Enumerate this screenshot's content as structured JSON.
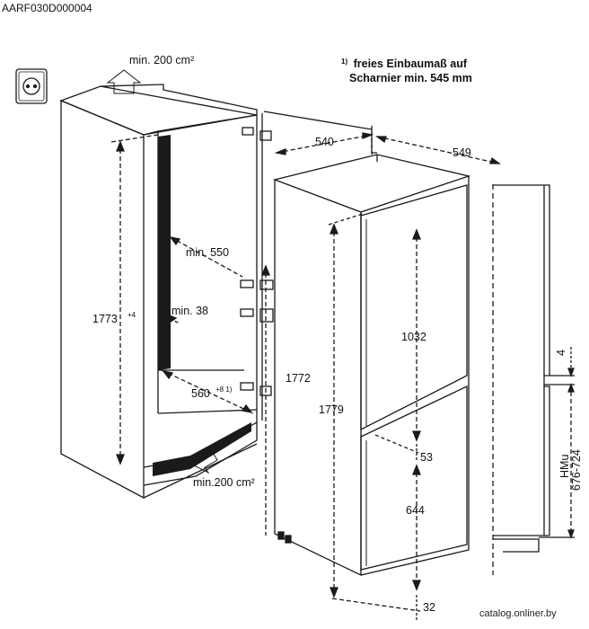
{
  "header": {
    "code": "AARF030D000004"
  },
  "note": {
    "superscript": "1)",
    "line1": "freies Einbaumaß auf",
    "line2": "Scharnier min. 545 mm"
  },
  "labels": {
    "vent_top": "min. 200 cm²",
    "vent_bottom": "min.200 cm²",
    "depth_540": "540",
    "depth_549": "549",
    "min_550": "min. 550",
    "min_38": "min. 38",
    "h_1773": "1773",
    "h_1773_tol": "+4",
    "w_560": "560",
    "w_560_sup": "+8 1)",
    "h_1772": "1772",
    "h_1779": "1779",
    "h_1032": "1032",
    "h_53": "53",
    "h_644": "644",
    "h_32": "32",
    "h_4": "4",
    "hmu": "HMu",
    "hmu_range": "676-724"
  },
  "watermark": "catalog.onliner.by"
}
